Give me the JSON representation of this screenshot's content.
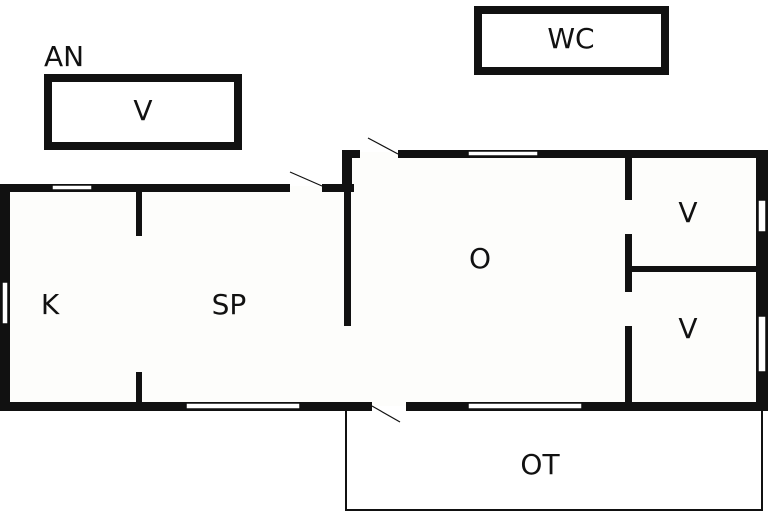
{
  "plan": {
    "annex_label": "AN",
    "rooms": {
      "wc": "WC",
      "annex_v": "V",
      "kitchen": "K",
      "dining": "SP",
      "living": "O",
      "v_upper": "V",
      "v_lower": "V",
      "terrace": "OT"
    },
    "colors": {
      "wall": "#111111",
      "background": "#ffffff",
      "floor": "#fdfdfb"
    }
  }
}
